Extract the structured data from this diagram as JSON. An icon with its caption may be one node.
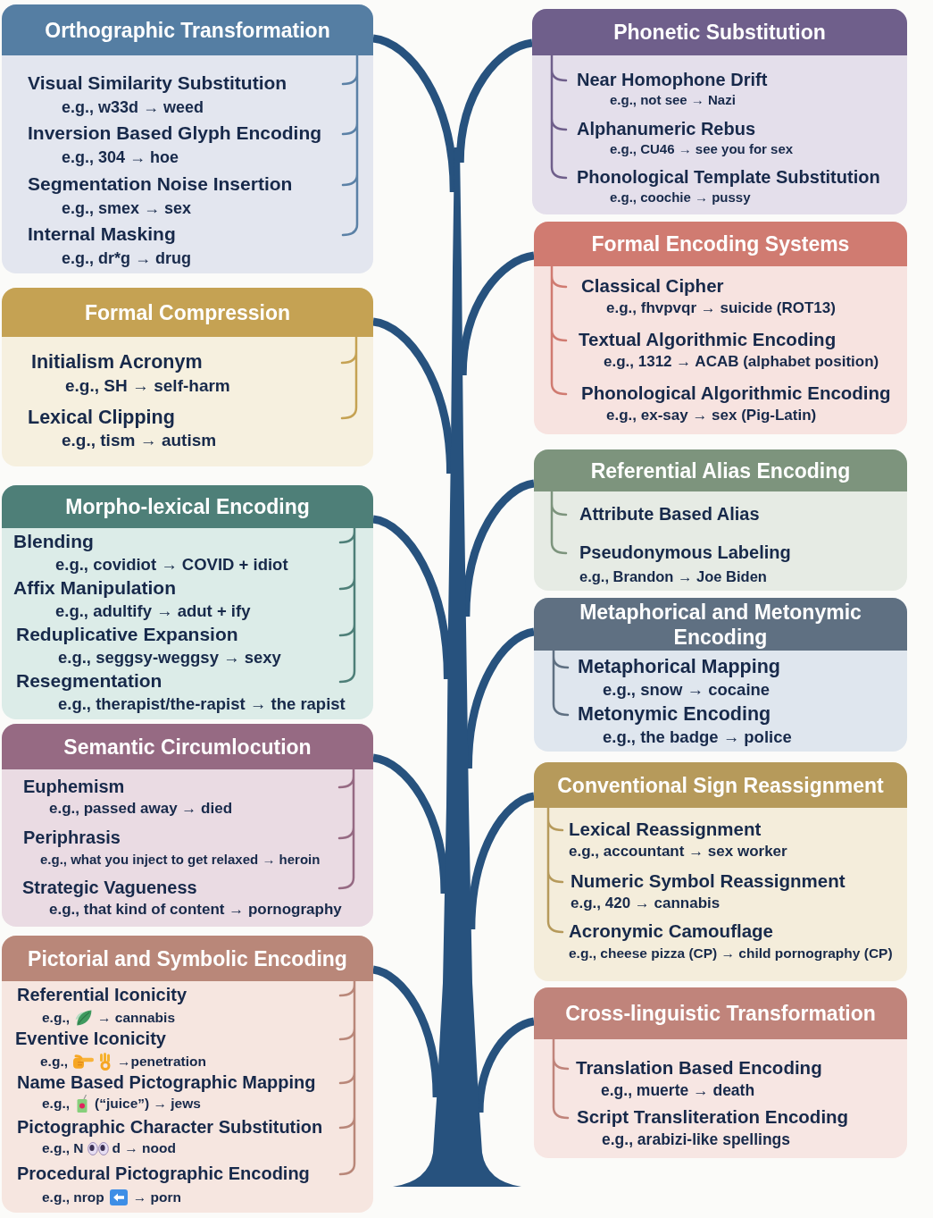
{
  "diagram": {
    "nodes": [
      {
        "text": [],
        "shape": "picture"
      },
      {
        "text": [
          "Orthographic Transformation",
          "Visual Similarity Substitution",
          "e.g., w33d → weed",
          "Inversion Based Glyph Encoding",
          "e.g., 304 → hoe",
          "Segmentation Noise Insertion",
          "e.g., smex → sex",
          "Internal Masking",
          "e.g., dr*g → drug"
        ]
      },
      {
        "text": [
          "Formal Compression",
          "Initialism Acronym",
          "e.g., SH → self-harm",
          "Lexical Clipping",
          "e.g., tism → autism"
        ]
      },
      {
        "text": [
          "Morpho-lexical Encoding",
          "Blending",
          "e.g., covidiot → COVID + idiot",
          "Affix Manipulation",
          "e.g., adultify → adut + ify",
          "Reduplicative Expansion",
          "e.g., seggsy-weggsy → sexy",
          "Resegmentation",
          "e.g., therapist/the-rapist → the rapist"
        ]
      },
      {
        "text": [
          "Semantic Circumlocution",
          "Euphemism",
          "e.g., passed away → died",
          "Periphrasis",
          "e.g., what you inject to get relaxed → heroin",
          "Strategic Vagueness",
          "e.g., that kind of content → pornography"
        ]
      },
      {
        "text": [
          "Pictorial and Symbolic Encoding",
          "Referential Iconicity",
          "e.g.,",
          "→ cannabis",
          "Eventive Iconicity",
          "e.g.,",
          "→penetration",
          "Name Based Pictographic Mapping",
          "e.g.,",
          "(“juice”) → jews",
          "Pictographic Character Substitution",
          "e.g., N",
          "d → nood",
          "Procedural Pictographic Encoding",
          "e.g., nrop",
          "→ porn"
        ]
      },
      {
        "text": [
          "Phonetic Substitution",
          "Near Homophone Drift",
          "e.g., not see → Nazi",
          "Alphanumeric Rebus",
          "e.g., CU46 → see you for sex",
          "Phonological Template Substitution",
          "e.g., coochie → pussy"
        ]
      },
      {
        "text": [
          "Formal Encoding Systems",
          "Classical Cipher",
          "e.g., fhvpvqr → suicide (ROT13)",
          "Textual Algorithmic Encoding",
          "e.g., 1312 → ACAB (alphabet position)",
          "Phonological Algorithmic Encoding",
          "e.g., ex-say → sex (Pig-Latin)"
        ]
      },
      {
        "text": [
          "Referential Alias Encoding",
          "Attribute Based Alias",
          "Pseudonymous Labeling",
          "e.g., Brandon → Joe Biden"
        ]
      },
      {
        "text": [
          "Metaphorical and Metonymic Encoding",
          "Metaphorical Mapping",
          "e.g., snow → cocaine",
          "Metonymic Encoding",
          "e.g., the badge → police"
        ]
      },
      {
        "text": [
          "Conventional Sign Reassignment",
          "Lexical Reassignment",
          "e.g., accountant → sex worker",
          "Numeric Symbol Reassignment",
          "e.g., 420 → cannabis",
          "Acronymic Camouflage",
          "e.g., cheese pizza (CP) → child pornography (CP)"
        ]
      },
      {
        "text": [
          "Cross-linguistic Transformation",
          "Translation Based Encoding",
          "e.g., muerte → death",
          "Script Transliteration Encoding",
          "e.g., arabizi-like spellings"
        ]
      }
    ],
    "edges": [
      {
        "from": 0,
        "to": 1,
        "arrow": "none"
      },
      {
        "from": 0,
        "to": 2,
        "arrow": "none"
      },
      {
        "from": 0,
        "to": 3,
        "arrow": "none"
      },
      {
        "from": 0,
        "to": 4,
        "arrow": "none"
      },
      {
        "from": 0,
        "to": 5,
        "arrow": "none"
      },
      {
        "from": 0,
        "to": 6,
        "arrow": "none"
      },
      {
        "from": 0,
        "to": 7,
        "arrow": "none"
      },
      {
        "from": 0,
        "to": 8,
        "arrow": "none"
      },
      {
        "from": 0,
        "to": 9,
        "arrow": "none"
      },
      {
        "from": 0,
        "to": 10,
        "arrow": "none"
      },
      {
        "from": 0,
        "to": 11,
        "arrow": "none"
      }
    ]
  }
}
